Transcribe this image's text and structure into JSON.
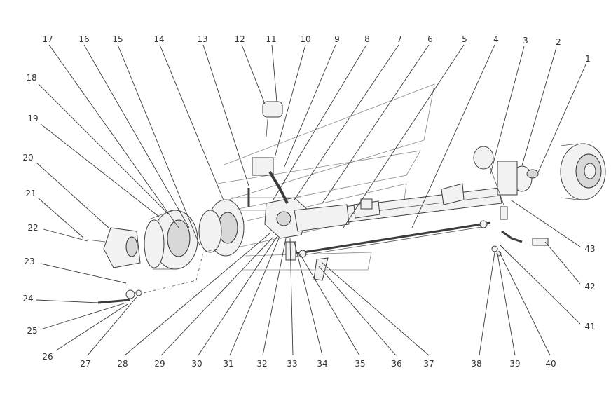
{
  "labels": [
    "1",
    "2",
    "3",
    "4",
    "5",
    "6",
    "7",
    "8",
    "9",
    "10",
    "11",
    "12",
    "13",
    "14",
    "15",
    "16",
    "17",
    "18",
    "19",
    "20",
    "21",
    "22",
    "23",
    "24",
    "25",
    "26",
    "27",
    "28",
    "29",
    "30",
    "31",
    "32",
    "33",
    "34",
    "35",
    "36",
    "37",
    "38",
    "39",
    "40",
    "41",
    "42",
    "43"
  ]
}
